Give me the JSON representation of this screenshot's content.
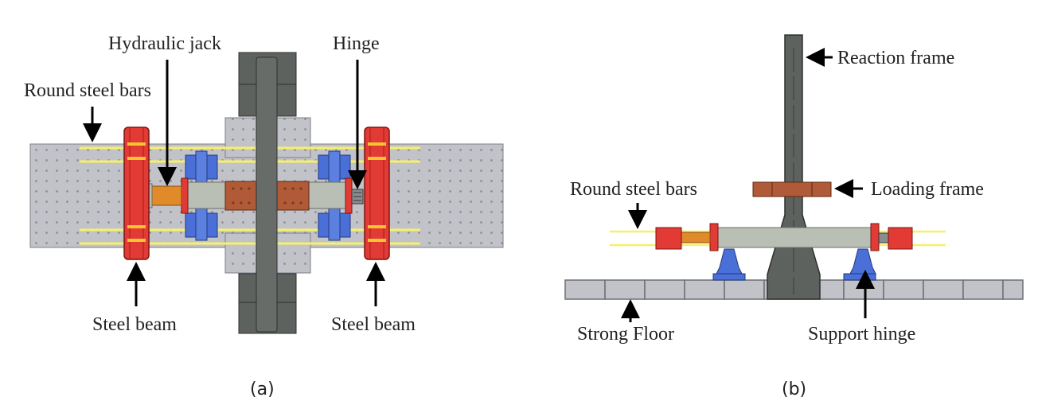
{
  "panel_a": {
    "caption": "(a)",
    "labels": {
      "hydraulic_jack": "Hydraulic jack",
      "hinge": "Hinge",
      "round_steel_bars": "Round steel bars",
      "steel_beam_left": "Steel beam",
      "steel_beam_right": "Steel beam"
    }
  },
  "panel_b": {
    "caption": "(b)",
    "labels": {
      "reaction_frame": "Reaction frame",
      "loading_frame": "Loading frame",
      "round_steel_bars": "Round steel bars",
      "strong_floor": "Strong Floor",
      "support_hinge": "Support hinge"
    }
  },
  "colors": {
    "plate": "#c2c3c9",
    "column": "#5e625f",
    "steel_beam": "#e23a34",
    "bar": "#f6f06a",
    "jack": "#e08a2a",
    "blue_support": "#4a6fd6",
    "brown_block": "#b05a38",
    "specimen": "#b9bfb4"
  }
}
